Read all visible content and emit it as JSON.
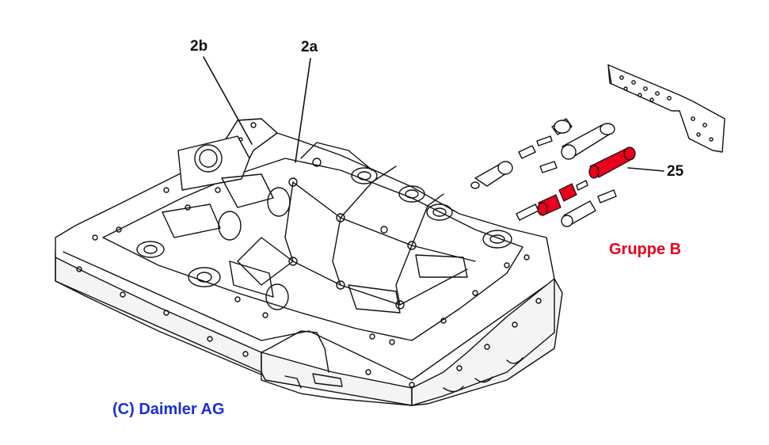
{
  "labels": {
    "part_2b": "2b",
    "part_2a": "2a",
    "part_25": "25",
    "group": "Gruppe B",
    "copyright": "(C) Daimler AG"
  },
  "colors": {
    "line": "#111111",
    "highlight": "#e8001c",
    "group_text": "#e8001c",
    "copyright_text": "#1a2fd6",
    "background": "#ffffff"
  }
}
